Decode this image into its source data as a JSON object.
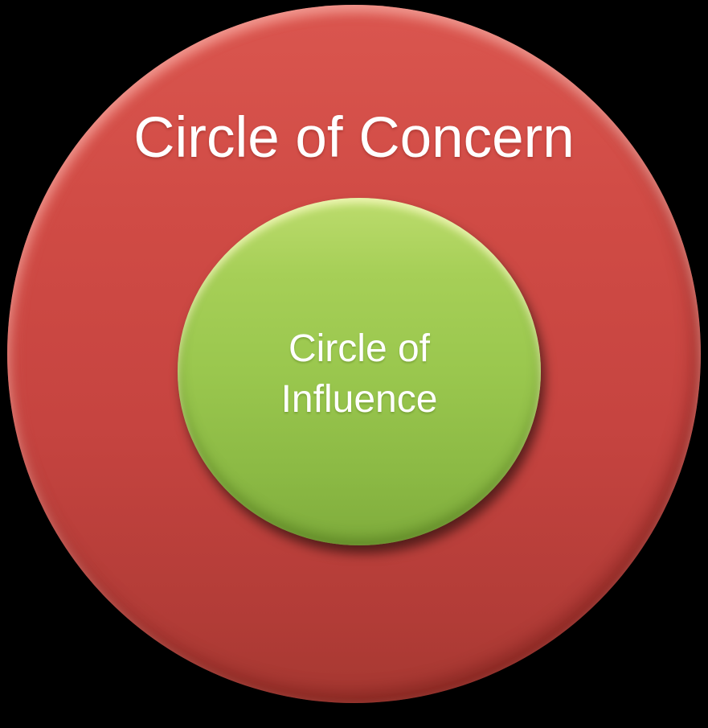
{
  "page": {
    "background_color": "#000000"
  },
  "diagram": {
    "type": "concentric-circles",
    "outer_circle": {
      "label": "Circle of Concern",
      "fill_top": "#da564f",
      "fill_bottom": "#a63831",
      "text_color": "#ffffff"
    },
    "inner_circle": {
      "label": "Circle of Influence",
      "label_lines": [
        "Circle of",
        "Influence"
      ],
      "fill_top": "#bcdc6d",
      "fill_bottom": "#7fac3c",
      "text_color": "#ffffff"
    }
  }
}
